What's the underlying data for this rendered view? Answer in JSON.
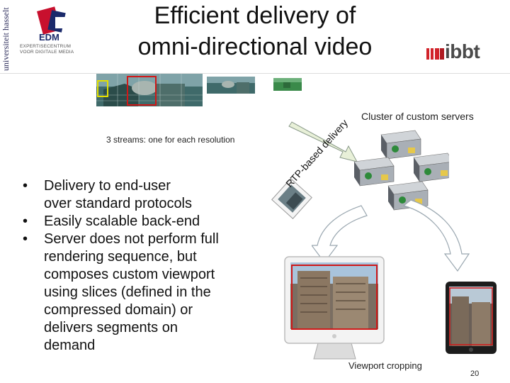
{
  "header": {
    "university_text": "universiteit hasselt",
    "edm_title": "EDM",
    "edm_subtitle_1": "EXPERTISECENTRUM",
    "edm_subtitle_2": "VOOR DIGITALE MEDIA",
    "title_line_1": "Efficient delivery of",
    "title_line_2": "omni-directional video",
    "ibbt_logo_text": "ibbt",
    "colors": {
      "edm_red": "#c8102e",
      "edm_navy": "#1b2a6b",
      "ibbt_red": "#d1232a"
    }
  },
  "diagram": {
    "caption_servers": "Cluster of custom servers",
    "caption_streams": "3 streams: one for each resolution",
    "rtp_label": "RTP-based delivery",
    "caption_cropping": "Viewport cropping",
    "highlight_colors": {
      "red": "#d01818",
      "yellow": "#e4e000"
    }
  },
  "bullets": {
    "b1_line1": "Delivery to end-user",
    "b1_line2": "over standard protocols",
    "b2": "Easily scalable back-end",
    "b3_line1": "Server does not perform full",
    "b3_line2": "rendering sequence, but",
    "b3_line3": "composes custom viewport",
    "b3_line4": "using slices (defined in the",
    "b3_line5": "compressed domain) or",
    "b3_line6": "delivers segments on",
    "b3_line7": "demand",
    "dot": "•"
  },
  "footer": {
    "page_number": "20"
  }
}
